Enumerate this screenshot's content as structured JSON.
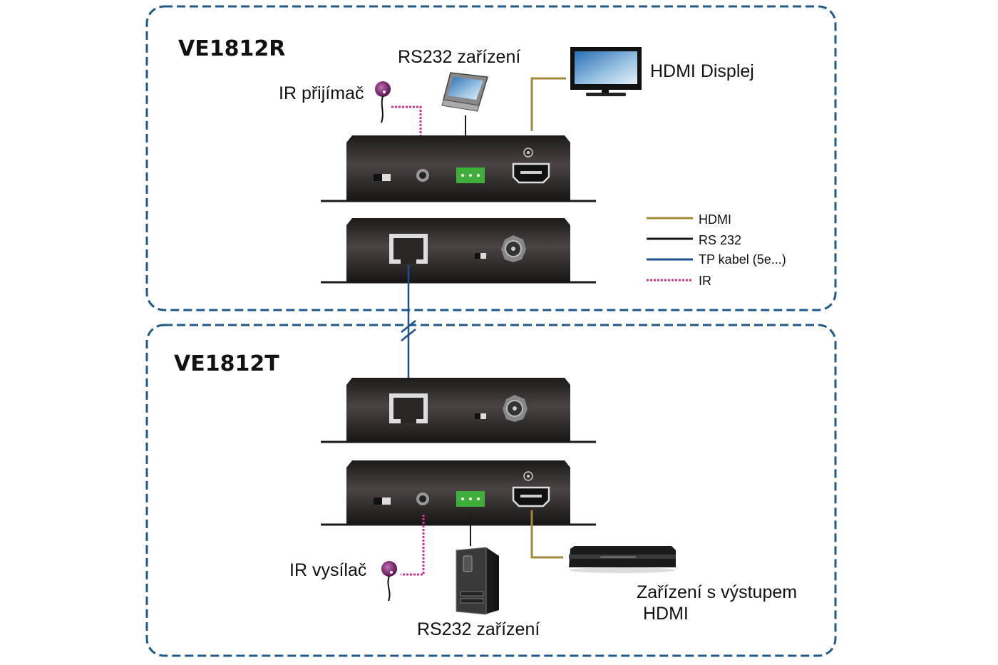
{
  "receiver": {
    "model": "VE1812R",
    "labels": {
      "ir_receiver": "IR přijímač",
      "rs232_device": "RS232 zařízení",
      "hdmi_display": "HDMI Displej"
    }
  },
  "transmitter": {
    "model": "VE1812T",
    "labels": {
      "ir_transmitter": "IR vysílač",
      "rs232_device": "RS232 zařízení",
      "hdmi_source_line1": "Zařízení s výstupem",
      "hdmi_source_line2": "HDMI"
    }
  },
  "legend": {
    "items": [
      {
        "label": "HDMI",
        "color": "#a08a3c",
        "style": "solid"
      },
      {
        "label": "RS 232",
        "color": "#1a1a1a",
        "style": "solid"
      },
      {
        "label": "TP kabel (5e...)",
        "color": "#1f4e8c",
        "style": "solid"
      },
      {
        "label": "IR",
        "color": "#d6338a",
        "style": "dotted"
      }
    ]
  },
  "colors": {
    "frame": "#1f5a8a",
    "hdmi_cable": "#a08a3c",
    "rs232_cable": "#1a1a1a",
    "tp_cable": "#1f4e8c",
    "ir_cable": "#d6338a",
    "device_body": "#2a2525",
    "terminal_block": "#3fae3a",
    "ir_bulb": "#7a1f6e"
  }
}
